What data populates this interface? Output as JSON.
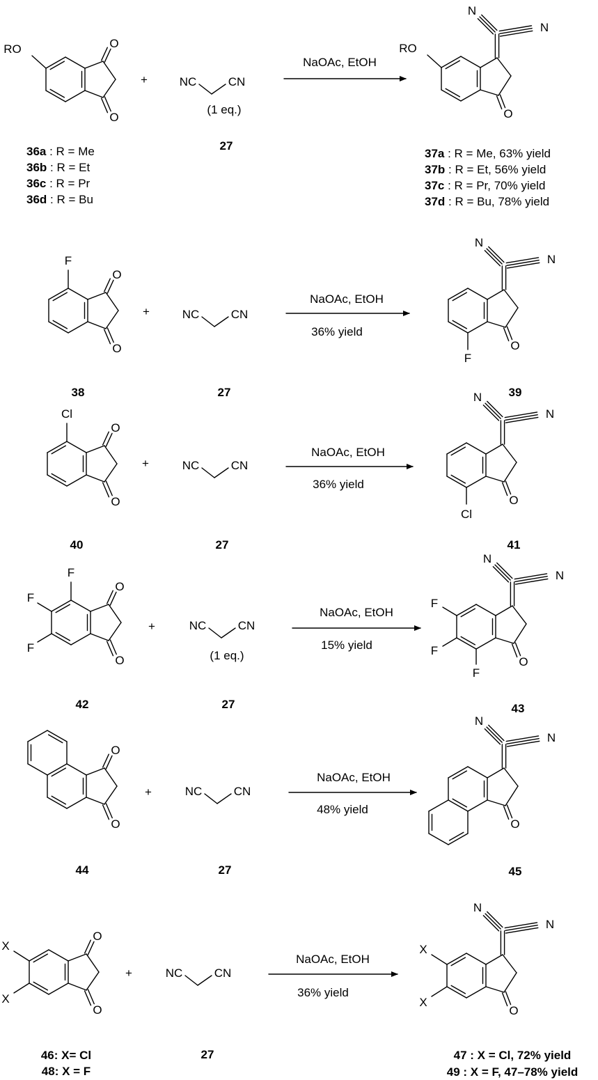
{
  "atoms": {
    "O": "O",
    "N": "N",
    "F": "F",
    "Cl": "Cl",
    "X": "X",
    "RO": "RO",
    "NC": "NC",
    "CN": "CN"
  },
  "plus": "+",
  "reactions": [
    {
      "condition": "NaOAc, EtOH",
      "yield": "",
      "malononitrile_note": "(1 eq.)",
      "malononitrile_label": "27",
      "reactant_labels": [
        {
          "num": "36a",
          "rest": " : R = Me"
        },
        {
          "num": "36b",
          "rest": " : R = Et"
        },
        {
          "num": "36c",
          "rest": " : R = Pr"
        },
        {
          "num": "36d",
          "rest": " : R = Bu"
        }
      ],
      "product_labels": [
        {
          "num": "37a",
          "rest": " : R = Me, 63% yield"
        },
        {
          "num": "37b",
          "rest": " : R = Et, 56% yield"
        },
        {
          "num": "37c",
          "rest": " : R = Pr, 70% yield"
        },
        {
          "num": "37d",
          "rest": " : R = Bu, 78% yield"
        }
      ]
    },
    {
      "condition": "NaOAc, EtOH",
      "yield": "36% yield",
      "reactant_label": "38",
      "malononitrile_label": "27",
      "product_label": "39"
    },
    {
      "condition": "NaOAc, EtOH",
      "yield": "36% yield",
      "reactant_label": "40",
      "malononitrile_label": "27",
      "product_label": "41"
    },
    {
      "condition": "NaOAc, EtOH",
      "yield": "15% yield",
      "malononitrile_note": "(1 eq.)",
      "reactant_label": "42",
      "malononitrile_label": "27",
      "product_label": "43"
    },
    {
      "condition": "NaOAc, EtOH",
      "yield": "48% yield",
      "reactant_label": "44",
      "malononitrile_label": "27",
      "product_label": "45"
    },
    {
      "condition": "NaOAc, EtOH",
      "yield": "36% yield",
      "malononitrile_label": "27",
      "reactant_labels": [
        "46: X= Cl",
        "48: X = F"
      ],
      "product_labels": [
        "47 : X = Cl, 72% yield",
        "49 : X = F, 47–78% yield"
      ]
    }
  ]
}
